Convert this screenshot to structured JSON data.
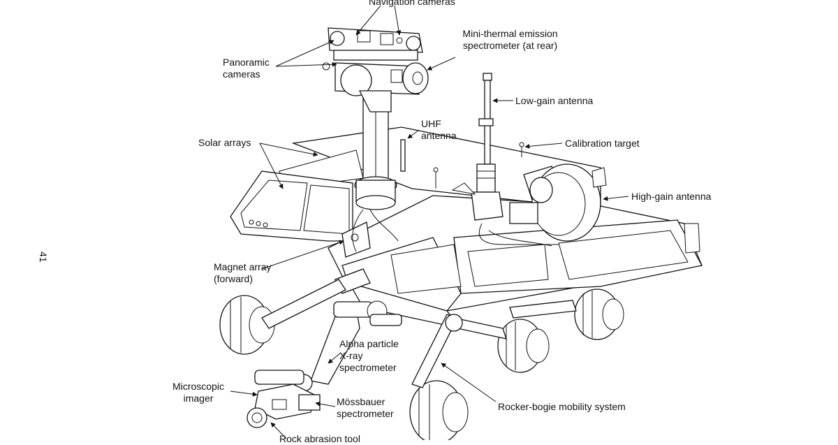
{
  "page_number": "41",
  "labels": {
    "navigation_cameras": "Navigation cameras",
    "panoramic_cameras": "Panoramic\ncameras",
    "mini_tes": "Mini-thermal emission\nspectrometer (at rear)",
    "low_gain_antenna": "Low-gain antenna",
    "uhf_antenna": "UHF\nantenna",
    "solar_arrays": "Solar arrays",
    "calibration_target": "Calibration target",
    "high_gain_antenna": "High-gain antenna",
    "magnet_array": "Magnet array\n(forward)",
    "alpha_particle": "Alpha particle\nX-ray\nspectrometer",
    "microscopic_imager": "Microscopic\nimager",
    "mossbauer": "Mössbauer\nspectrometer",
    "rocker_bogie": "Rocker-bogie mobility system",
    "rock_abrasion_tool": "Rock abrasion tool"
  },
  "colors": {
    "ink": "#111111",
    "paper": "#ffffff"
  }
}
